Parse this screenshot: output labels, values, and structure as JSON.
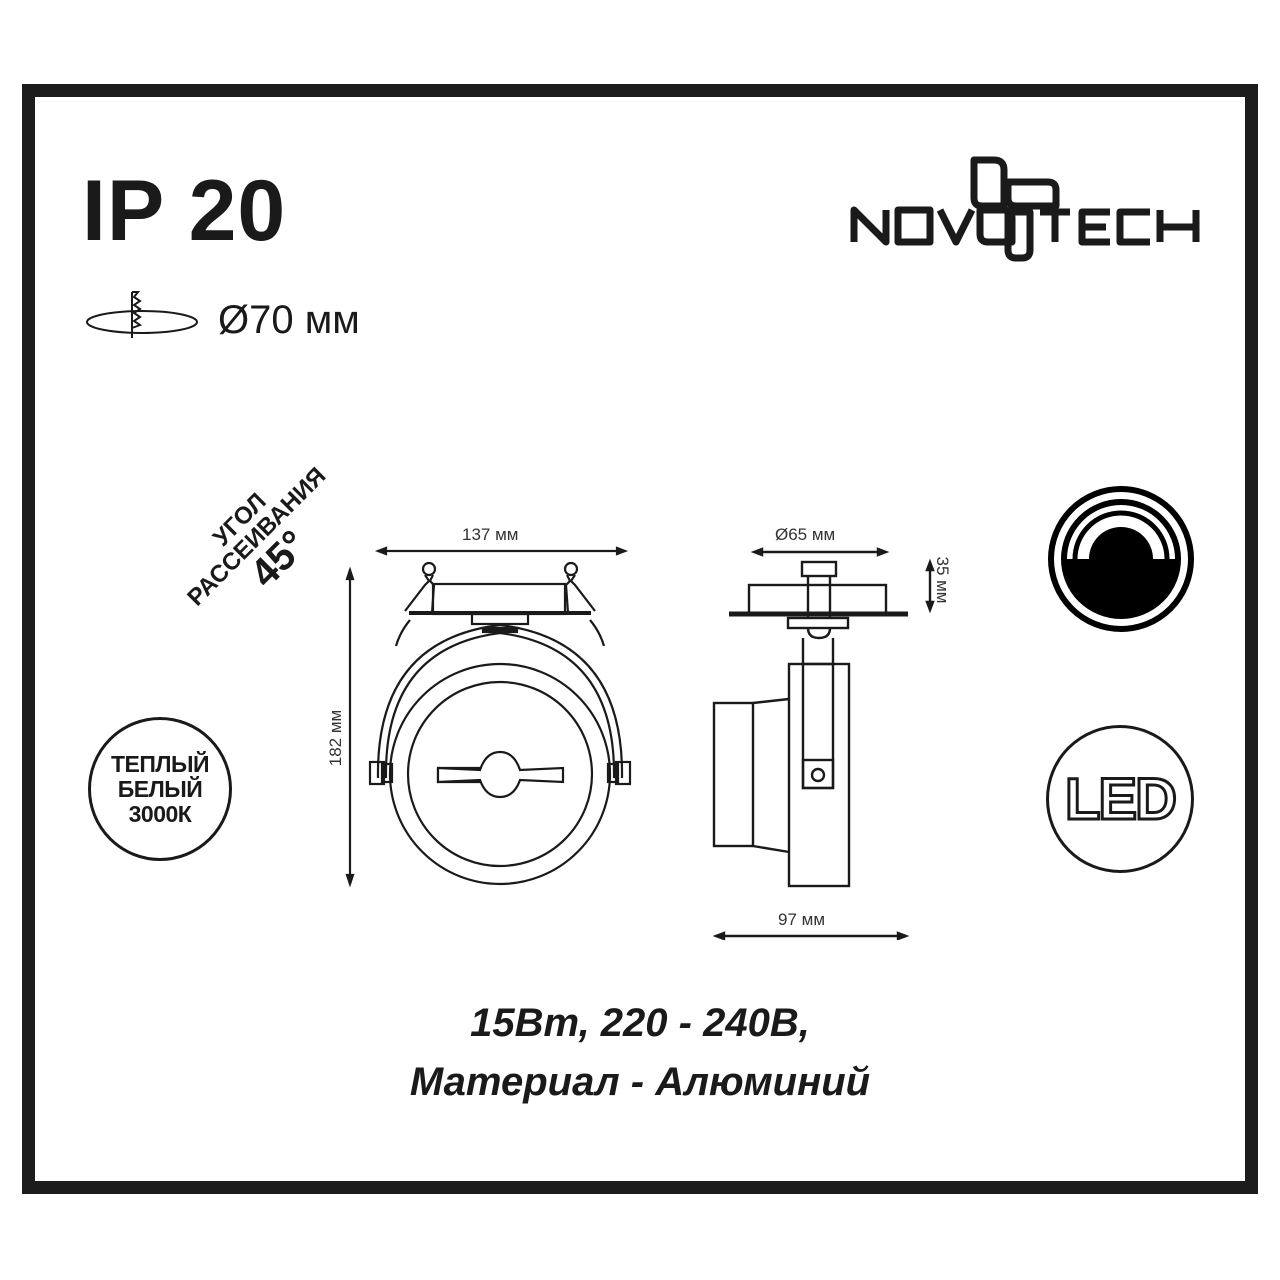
{
  "header": {
    "ip_rating": "IP 20",
    "cutout_label": "Ø70 мм",
    "cutout_icon": "ceiling-cutout-saw-icon"
  },
  "brand": {
    "name_left": "NOVO",
    "name_right": "TECH",
    "full_name": "NOVOTECH",
    "logo_icon": "novotech-logo-icon"
  },
  "beam_angle": {
    "line1": "УГОЛ",
    "line2": "РАССЕИВАНИЯ",
    "value": "45°"
  },
  "color_temp_badge": {
    "line1": "ТЕПЛЫЙ",
    "line2": "БЕЛЫЙ",
    "line3": "3000К"
  },
  "right_badges": {
    "rotation_icon": "adjustable-rotation-icon",
    "led_label": "LED"
  },
  "front_view": {
    "width_label": "137 мм",
    "height_label": "182 мм"
  },
  "side_view": {
    "diameter_label": "Ø65 мм",
    "depth_label": "35 мм",
    "length_label": "97 мм"
  },
  "specs": {
    "line1": "15Вт, 220 - 240В,",
    "line2": "Материал - Алюминий"
  },
  "colors": {
    "ink": "#1a1a1a",
    "frame": "#1c1c1c",
    "background": "#ffffff"
  }
}
